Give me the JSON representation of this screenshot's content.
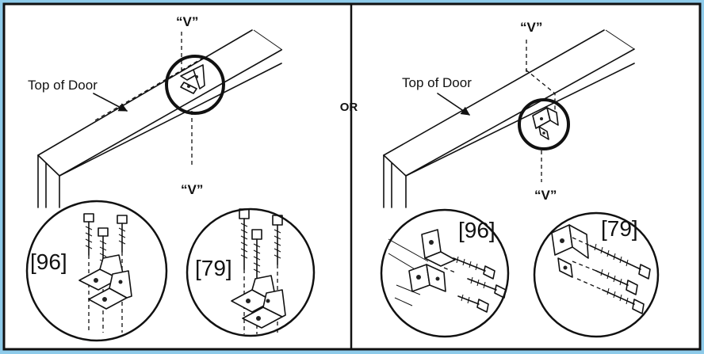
{
  "colors": {
    "background": "#8ecbea",
    "panel": "#ffffff",
    "ink": "#111111"
  },
  "separator_label": "OR",
  "left_panel": {
    "v_label_top": "“V”",
    "v_label_bottom": "“V”",
    "top_of_door_label": "Top of Door",
    "detail_left_part": "[96]",
    "detail_right_part": "[79]"
  },
  "right_panel": {
    "v_label_top": "“V”",
    "v_label_bottom": "“V”",
    "top_of_door_label": "Top of Door",
    "detail_left_part": "[96]",
    "detail_right_part": "[79]"
  }
}
